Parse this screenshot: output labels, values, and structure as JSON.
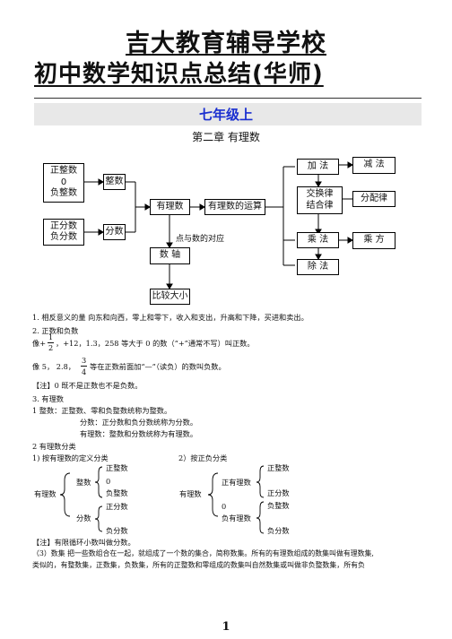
{
  "header": {
    "title_line1": "吉大教育辅导学校",
    "title_line2": "初中数学知识点总结(华师)",
    "grade": "七年级上",
    "chapter": "第二章  有理数"
  },
  "diagram": {
    "box_integers": [
      "正整数",
      "0",
      "负整数"
    ],
    "box_fractions": [
      "正分数",
      "负分数"
    ],
    "box_integer": "整数",
    "box_fraction": "分数",
    "box_rational": "有理数",
    "box_operations": "有理数的运算",
    "label_point": "点与数的对应",
    "box_numberline": "数 轴",
    "box_compare": "比较大小",
    "box_add": "加 法",
    "box_subtract": "减 法",
    "box_laws": [
      "交换律",
      "结合律"
    ],
    "box_distributive": "分配律",
    "box_multiply": "乘 法",
    "box_power": "乘 方",
    "box_divide": "除 法"
  },
  "body": {
    "l1": "1.   相反意义的量     向东和向西，零上和零下，收入和支出，升高和下降，买进和卖出。",
    "l2": "2.   正数和负数",
    "l3_pre": "像+",
    "l3_frac_num": "1",
    "l3_frac_den": "2",
    "l3_post": "，+12，1.3，258 等大于 0 的数（“+”通常不写）叫正数。",
    "l4_pre": "像 5，  2.8，",
    "l4_frac_num": "3",
    "l4_frac_den": "4",
    "l4_post": "等在正数前面加“—”（读负）的数叫负数。",
    "l5": "【注】0 既不是正数也不是负数。",
    "l6": "3.   有理数",
    "l7": "1        整数：正整数、零和负整数统称为整数。",
    "l8": "分数：正分数和负分数统称为分数。",
    "l9": "有理数：整数和分数统称为有理数。",
    "l10": "2        有理数分类",
    "l11a": "1)    按有理数的定义分类",
    "l11b": "2）按正负分类",
    "c1_root": "有理数",
    "c1_int": "整数",
    "c1_frac": "分数",
    "c1_items": [
      "正整数",
      "0",
      "负整数",
      "正分数",
      "负分数"
    ],
    "c2_root": "有理数",
    "c2_pos": "正有理数",
    "c2_zero": "0",
    "c2_neg": "负有理数",
    "c2_items": [
      "正整数",
      "正分数",
      "负整数",
      "负分数"
    ],
    "l12": "【注】有限循环小数叫做分数。",
    "l13": "（3）数集   把一些数组合在一起，就组成了一个数的集合，简称数集。所有的有理数组成的数集叫做有理数集,",
    "l14": "类似的，有整数集，正数集，负数集，所有的正整数和零组成的数集叫自然数集或叫做非负整数集，所有负"
  },
  "footer": {
    "page": "1"
  }
}
